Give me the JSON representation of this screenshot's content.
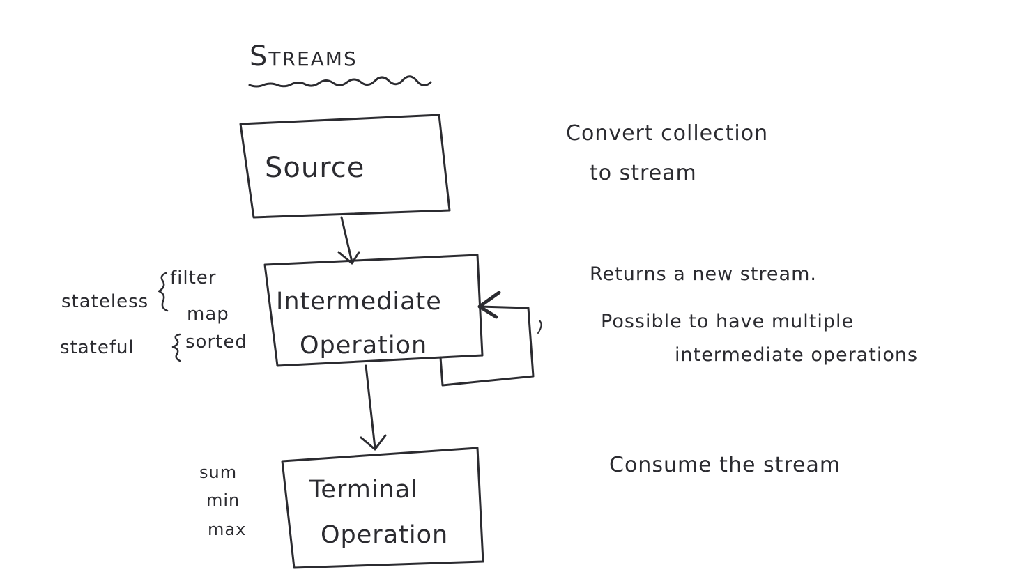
{
  "title": "Streams",
  "colors": {
    "ink": "#2b2b30",
    "paper": "#ffffff"
  },
  "boxes": {
    "source": {
      "label": "Source"
    },
    "intermediate": {
      "line1": "Intermediate",
      "line2": "Operation"
    },
    "terminal": {
      "line1": "Terminal",
      "line2": "Operation"
    }
  },
  "notes": {
    "source": {
      "line1": "Convert collection",
      "line2": "to stream"
    },
    "intermediate": {
      "line1": "Returns a new stream.",
      "line2": "Possible to have multiple",
      "line3": "intermediate operations"
    },
    "terminal": {
      "line1": "Consume the stream"
    }
  },
  "intermediate_examples": {
    "stateless_label": "stateless",
    "stateless_ops": [
      "filter",
      "map"
    ],
    "stateful_label": "stateful",
    "stateful_ops": [
      "sorted"
    ]
  },
  "terminal_examples": [
    "sum",
    "min",
    "max"
  ]
}
